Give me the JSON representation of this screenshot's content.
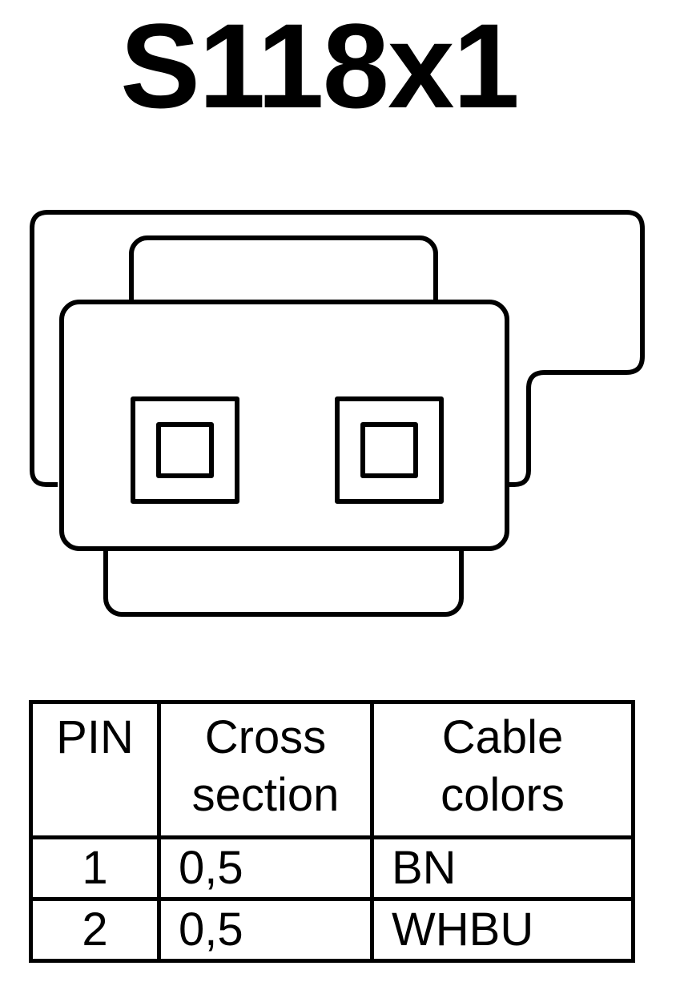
{
  "title": "S118x1",
  "table": {
    "headers": {
      "pin": "PIN",
      "cross_section": [
        "Cross",
        "section"
      ],
      "cable_colors": [
        "Cable",
        "colors"
      ]
    },
    "rows": [
      {
        "pin": "1",
        "cross_section": "0,5",
        "cable_color": "BN"
      },
      {
        "pin": "2",
        "cross_section": "0,5",
        "cable_color": "WHBU"
      }
    ]
  },
  "colors": {
    "line": "#000000",
    "background": "#ffffff"
  }
}
